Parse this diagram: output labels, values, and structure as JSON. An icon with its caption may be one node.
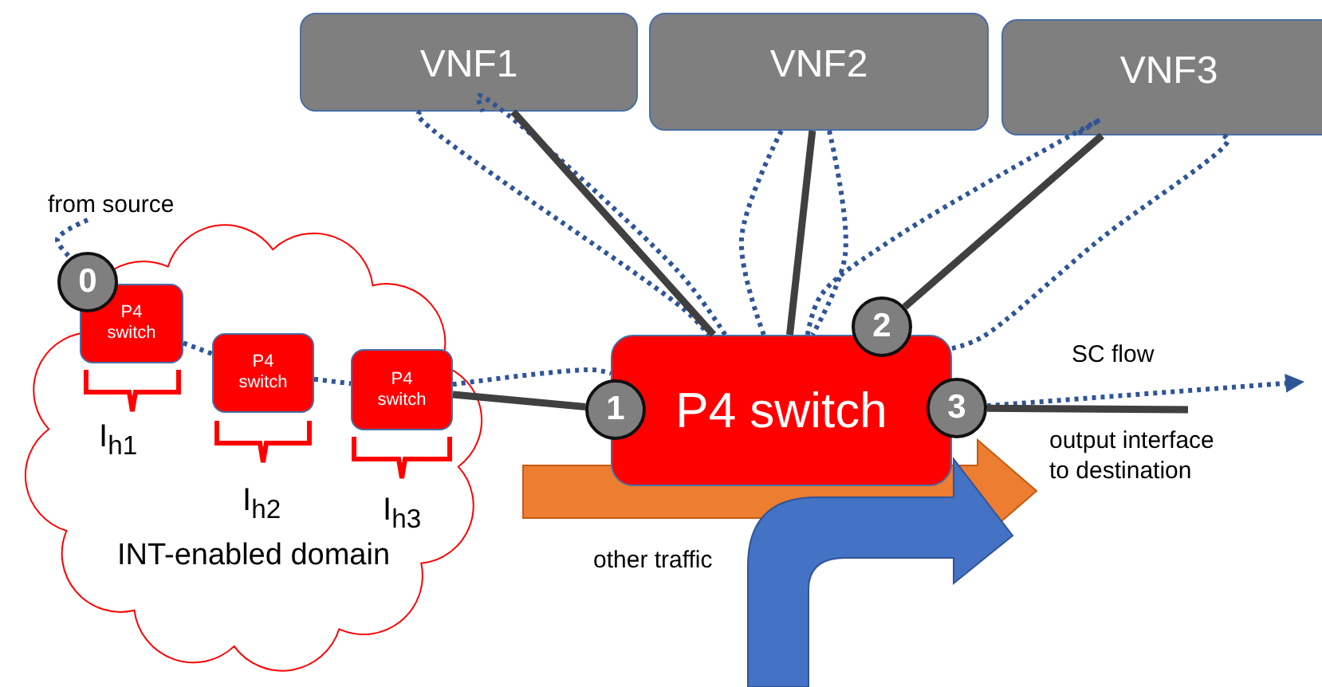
{
  "diagram": {
    "nodes": [
      {
        "text": [
          "INT-enabled domain"
        ]
      },
      {
        "text": [
          "P4 switch"
        ],
        "in": 0
      },
      {
        "text": [
          "P4 switch"
        ],
        "in": 0
      },
      {
        "text": [
          "P4 switch"
        ],
        "in": 0
      },
      {
        "text": [
          "P4 switch"
        ]
      },
      {
        "text": [
          "VNF1"
        ]
      },
      {
        "text": [
          "VNF2"
        ]
      },
      {
        "text": [
          "VNF3"
        ]
      },
      {
        "text": [
          "0"
        ]
      },
      {
        "text": [
          "1"
        ]
      },
      {
        "text": [
          "2"
        ]
      },
      {
        "text": [
          "3"
        ]
      },
      {
        "text": [
          "from source"
        ]
      }
    ],
    "edges": [
      {
        "from": 12,
        "to": 8,
        "arrow": "none",
        "style": "dashed"
      },
      {
        "from": 1,
        "to": 2,
        "arrow": "none",
        "style": "dashed"
      },
      {
        "from": 2,
        "to": 3,
        "arrow": "none",
        "style": "dashed"
      },
      {
        "from": 3,
        "to": 4,
        "arrow": "none",
        "style": "dashed"
      },
      {
        "from": 4,
        "to": 5,
        "arrow": "none",
        "style": "dashed"
      },
      {
        "from": 5,
        "to": 4,
        "arrow": "none",
        "style": "dashed"
      },
      {
        "from": 4,
        "to": 6,
        "arrow": "none",
        "style": "dashed"
      },
      {
        "from": 6,
        "to": 4,
        "arrow": "none",
        "style": "dashed"
      },
      {
        "from": 4,
        "to": 7,
        "arrow": "none",
        "style": "dashed"
      },
      {
        "from": 7,
        "to": 4,
        "arrow": "none",
        "style": "dashed"
      },
      {
        "from": 11,
        "to": null,
        "arrow": "to",
        "style": "dashed",
        "label": "SC flow"
      },
      {
        "from": 3,
        "to": 9,
        "arrow": "none",
        "color": "#404040"
      },
      {
        "from": 5,
        "to": 4,
        "arrow": "none",
        "color": "#404040"
      },
      {
        "from": 6,
        "to": 4,
        "arrow": "none",
        "color": "#404040"
      },
      {
        "from": 10,
        "to": 7,
        "arrow": "none",
        "color": "#404040"
      },
      {
        "from": 11,
        "to": null,
        "arrow": "none",
        "color": "#404040"
      }
    ],
    "labels": [
      "I$_{h1}$",
      "I$_{h2}$",
      "I$_{h3}$",
      "output interface to destination",
      "other traffic"
    ]
  }
}
